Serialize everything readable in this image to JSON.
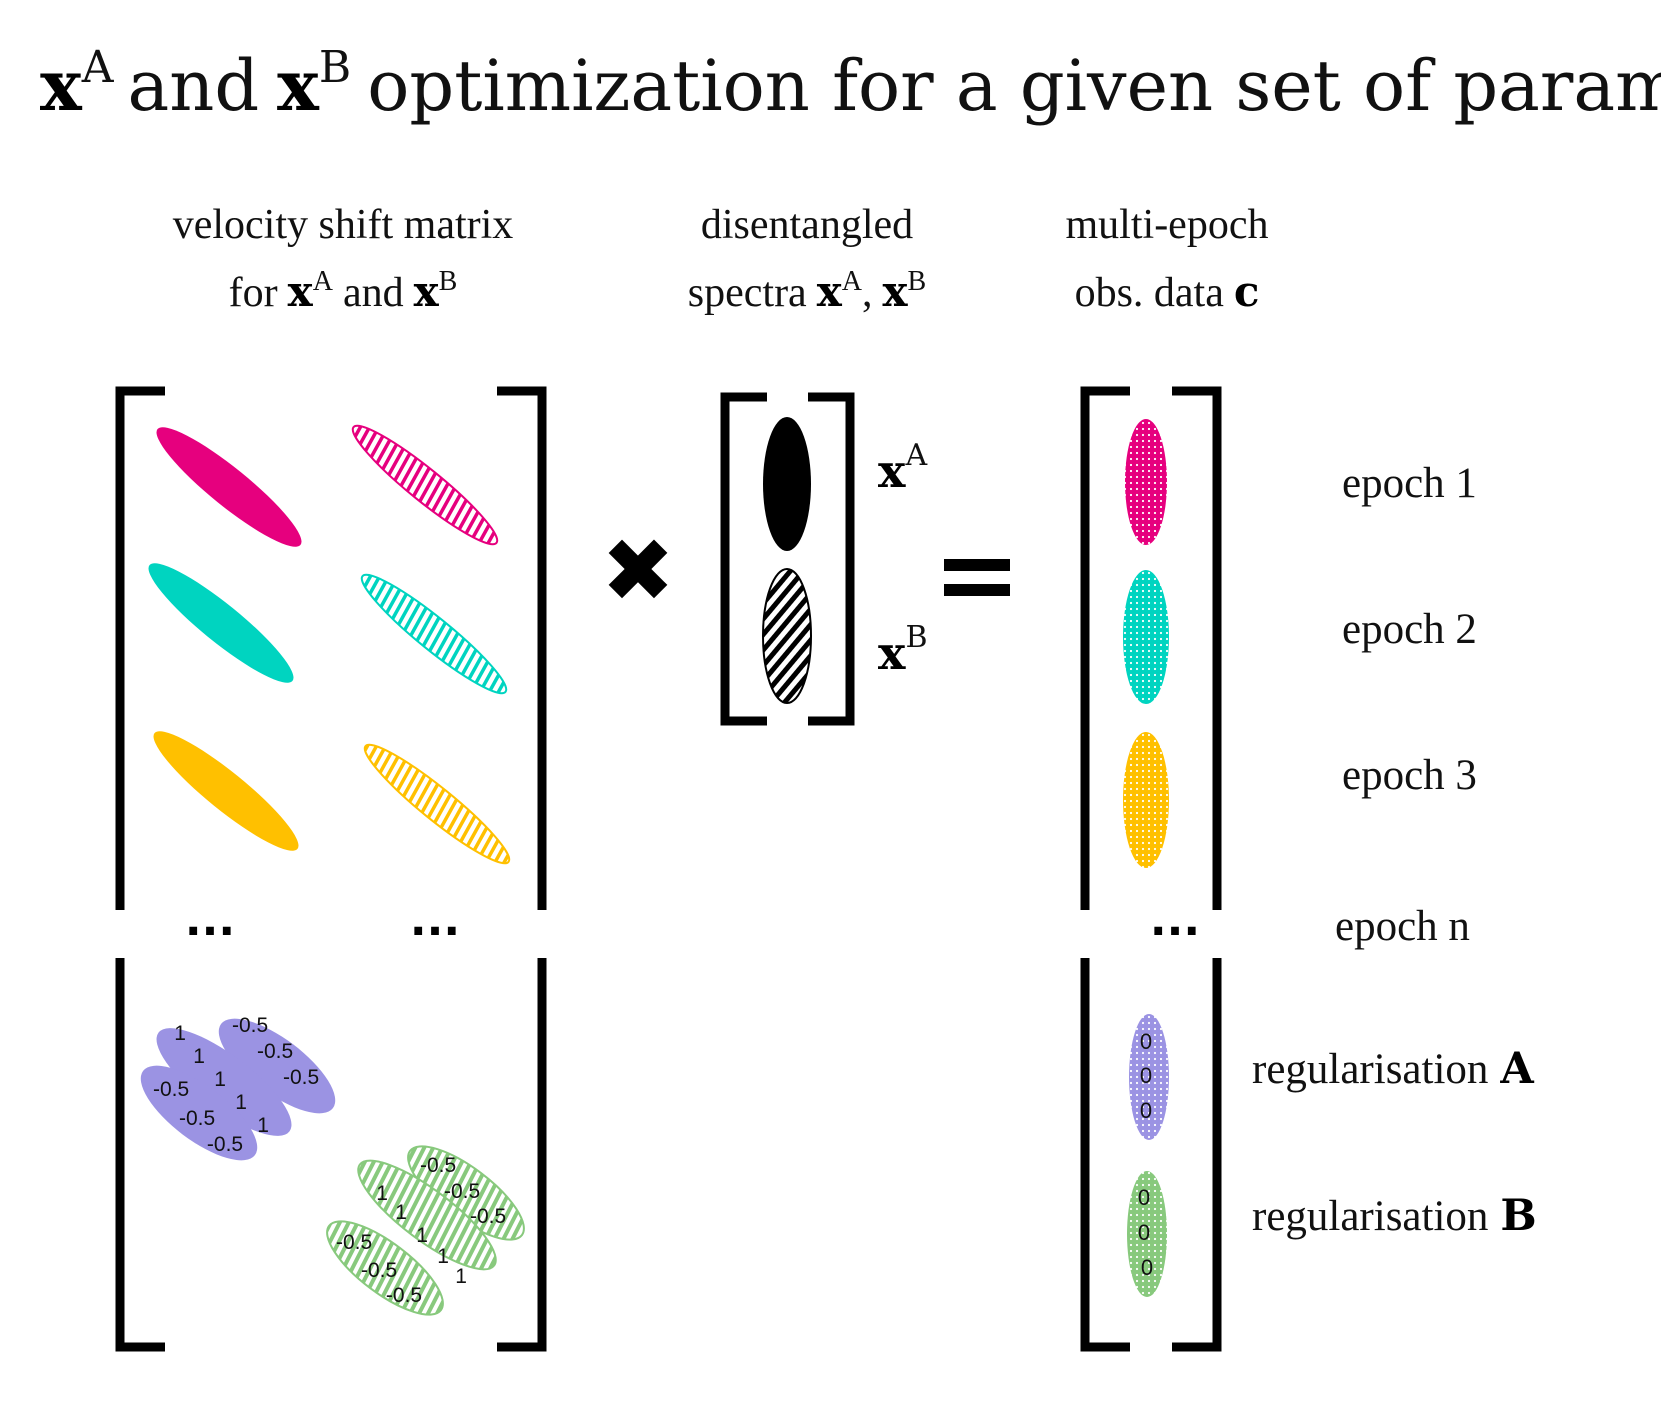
{
  "title": {
    "var_a": "x",
    "sup_a": "A",
    "and": "and",
    "var_b": "x",
    "sup_b": "B",
    "rest": "optimization for a given set of parameters"
  },
  "headers": {
    "matrix": {
      "line1": "velocity shift matrix",
      "line2_for": "for",
      "var_a": "x",
      "sup_a": "A",
      "and": "and",
      "var_b": "x",
      "sup_b": "B"
    },
    "spectra": {
      "line1": "disentangled",
      "line2_prefix": "spectra",
      "var_a": "x",
      "sup_a": "A",
      "comma": ",",
      "var_b": "x",
      "sup_b": "B"
    },
    "data": {
      "line1": "multi-epoch",
      "line2_prefix": "obs. data",
      "var_c": "c"
    }
  },
  "vector_labels": {
    "xa": {
      "var": "x",
      "sup": "A"
    },
    "xb": {
      "var": "x",
      "sup": "B"
    }
  },
  "operators": {
    "times": "✖",
    "equals": "="
  },
  "ellipsis": "...",
  "epochs": [
    "epoch 1",
    "epoch 2",
    "epoch 3",
    "epoch n"
  ],
  "regularisation": {
    "a_prefix": "regularisation",
    "a_letter": "A",
    "b_prefix": "regularisation",
    "b_letter": "B"
  },
  "reg_block_a": {
    "upper_band": [
      "-0.5",
      "-0.5",
      "-0.5"
    ],
    "diagonal": [
      "1",
      "1",
      "1",
      "1",
      "1"
    ],
    "lower_band": [
      "-0.5",
      "-0.5",
      "-0.5"
    ],
    "zeros": [
      "0",
      "0",
      "0"
    ]
  },
  "reg_block_b": {
    "upper_band": [
      "-0.5",
      "-0.5",
      "-0.5"
    ],
    "diagonal": [
      "1",
      "1",
      "1",
      "1",
      "1"
    ],
    "lower_band": [
      "-0.5",
      "-0.5",
      "-0.5"
    ],
    "zeros": [
      "0",
      "0",
      "0"
    ]
  },
  "colors": {
    "epoch1": "#e6007e",
    "epoch2": "#00d4c0",
    "epoch3": "#ffc000",
    "regA": "#9b93e3",
    "regB": "#88c97d",
    "ink": "#000000"
  }
}
